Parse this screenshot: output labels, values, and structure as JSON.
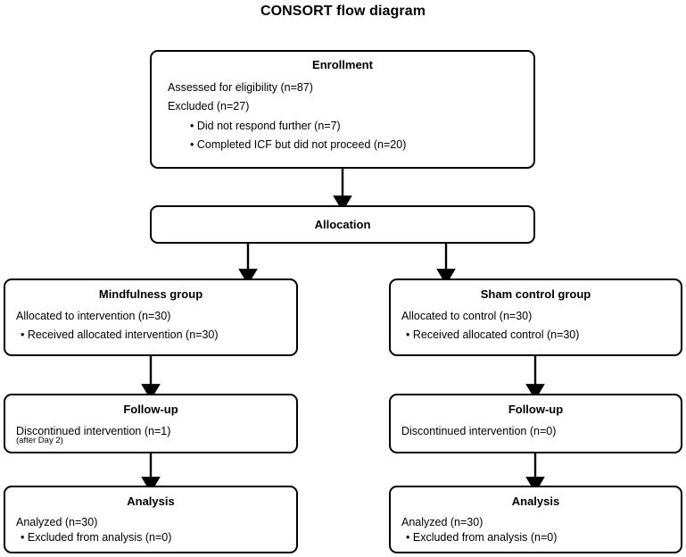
{
  "title": "CONSORT flow diagram",
  "nodes": {
    "enrollment": {
      "title": "Enrollment",
      "lines": [
        "Assessed for eligibility (n=87)",
        "Excluded (n=27)"
      ],
      "bullets": [
        "Did not respond further (n=7)",
        "Completed ICF but did not proceed (n=20)"
      ]
    },
    "allocation": {
      "title": "Allocation"
    },
    "mindfulness": {
      "title": "Mindfulness group",
      "line": "Allocated to intervention (n=30)",
      "bullet": "Received allocated intervention (n=30)"
    },
    "sham": {
      "title": "Sham control group",
      "line": "Allocated to control (n=30)",
      "bullet": "Received allocated control (n=30)"
    },
    "followup_left": {
      "title": "Follow-up",
      "line": "Discontinued intervention (n=1)",
      "subline": "(after Day 2)"
    },
    "followup_right": {
      "title": "Follow-up",
      "line": "Discontinued intervention (n=0)"
    },
    "analysis_left": {
      "title": "Analysis",
      "line": "Analyzed (n=30)",
      "bullet": "Excluded from analysis (n=0)"
    },
    "analysis_right": {
      "title": "Analysis",
      "line": "Analyzed (n=30)",
      "bullet": "Excluded from analysis (n=0)"
    }
  },
  "colors": {
    "stroke": "#000000",
    "background": "#ffffff",
    "text": "#000000"
  }
}
